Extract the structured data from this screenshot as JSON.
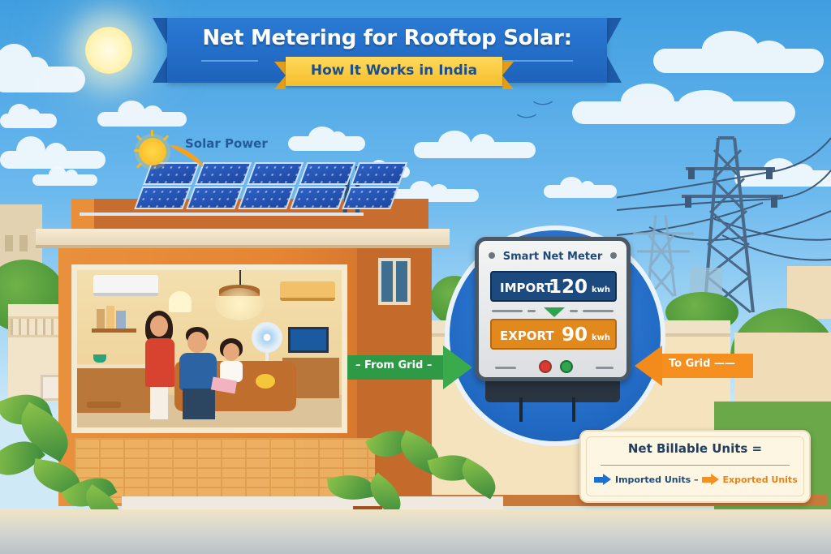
{
  "header": {
    "title": "Net Metering for Rooftop Solar:",
    "subtitle": "How It Works in India"
  },
  "labels": {
    "solar_power": "Solar Power",
    "from_grid": "– From Grid –",
    "to_grid": "To Grid ——"
  },
  "meter": {
    "title": "Smart Net Meter",
    "import": {
      "label": "IMPORT",
      "value": "120",
      "unit": "kwh"
    },
    "export": {
      "label": "EXPORT",
      "value": "90",
      "unit": "kwh"
    }
  },
  "formula": {
    "title": "Net Billable Units =",
    "imported": "Imported Units –",
    "exported": "Exported Units"
  },
  "colors": {
    "sky": "#4aa3e4",
    "banner_blue": "#2270c8",
    "ribbon_yellow": "#f8c53a",
    "import_blue": "#1d4a7e",
    "export_orange": "#e2891d",
    "grid_green": "#2e9a45",
    "to_grid_orange": "#f58f1f",
    "house_orange": "#e58533"
  }
}
